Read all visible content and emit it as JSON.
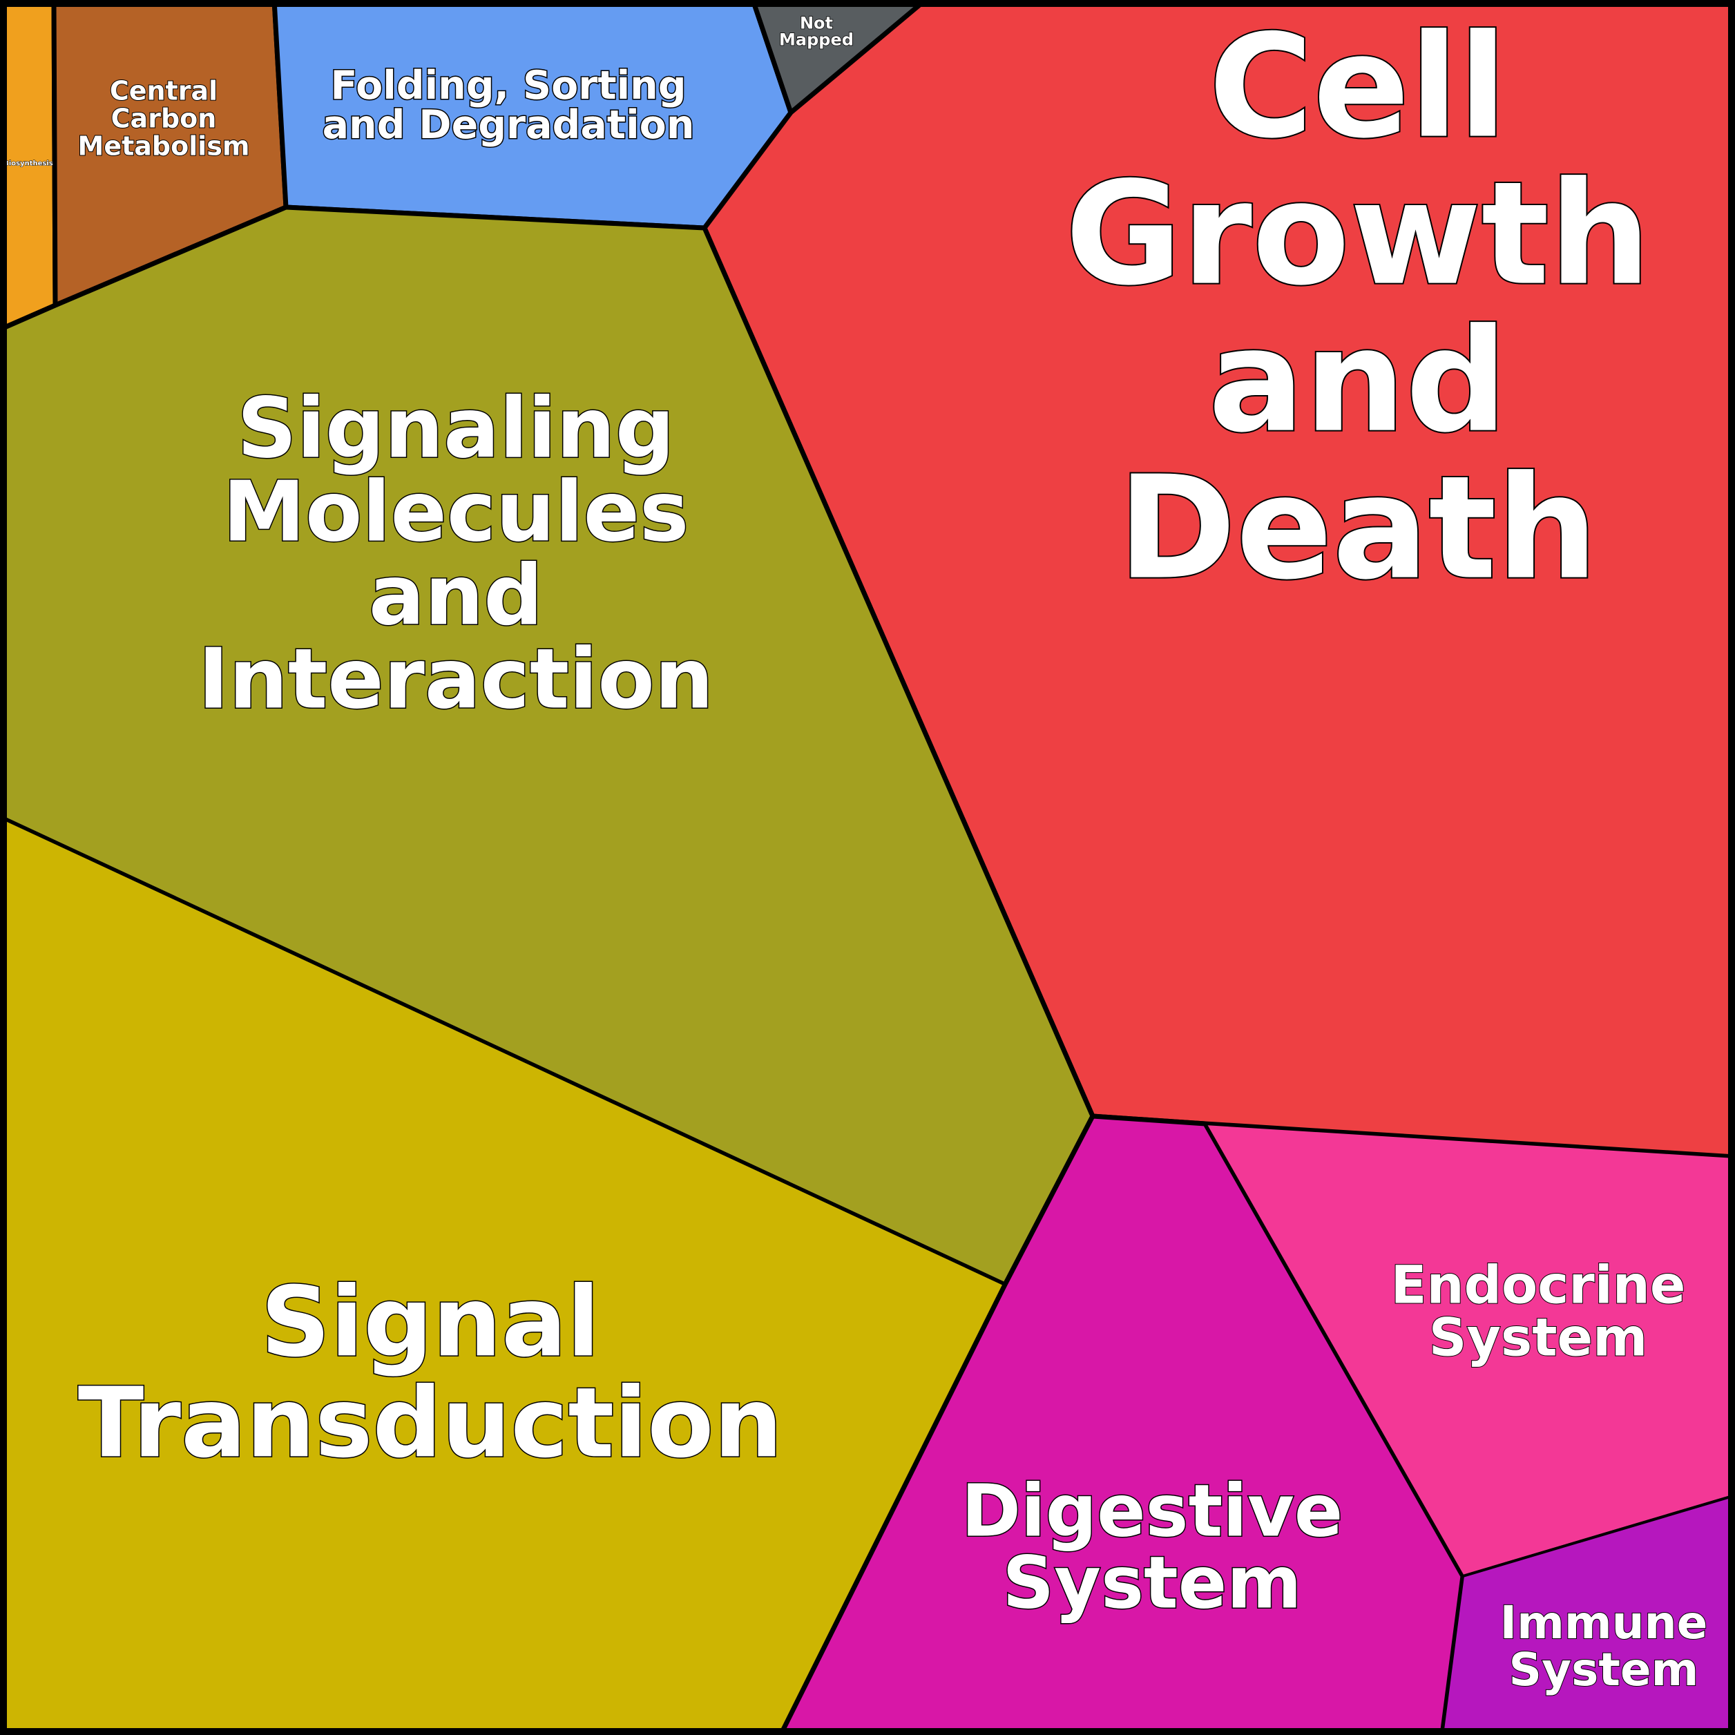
{
  "diagram": {
    "type": "voronoi-treemap",
    "regions": [
      {
        "id": "biosynthesis",
        "label": [
          "Biosynthesis"
        ],
        "color": "#f0a01e"
      },
      {
        "id": "central-carbon-metabolism",
        "label": [
          "Central",
          "Carbon",
          "Metabolism"
        ],
        "color": "#b56226"
      },
      {
        "id": "folding-sorting-degradation",
        "label": [
          "Folding, Sorting",
          "and Degradation"
        ],
        "color": "#659cf2"
      },
      {
        "id": "not-mapped",
        "label": [
          "Not",
          "Mapped"
        ],
        "color": "#585d60"
      },
      {
        "id": "cell-growth-and-death",
        "label": [
          "Cell",
          "Growth",
          "and",
          "Death"
        ],
        "color": "#ee4043"
      },
      {
        "id": "signaling-molecules-and-interaction",
        "label": [
          "Signaling",
          "Molecules",
          "and",
          "Interaction"
        ],
        "color": "#a3a020"
      },
      {
        "id": "signal-transduction",
        "label": [
          "Signal",
          "Transduction"
        ],
        "color": "#cdb502"
      },
      {
        "id": "digestive-system",
        "label": [
          "Digestive",
          "System"
        ],
        "color": "#d817a7"
      },
      {
        "id": "endocrine-system",
        "label": [
          "Endocrine",
          "System"
        ],
        "color": "#f33896"
      },
      {
        "id": "immune-system",
        "label": [
          "Immune",
          "System"
        ],
        "color": "#b617be"
      }
    ]
  }
}
